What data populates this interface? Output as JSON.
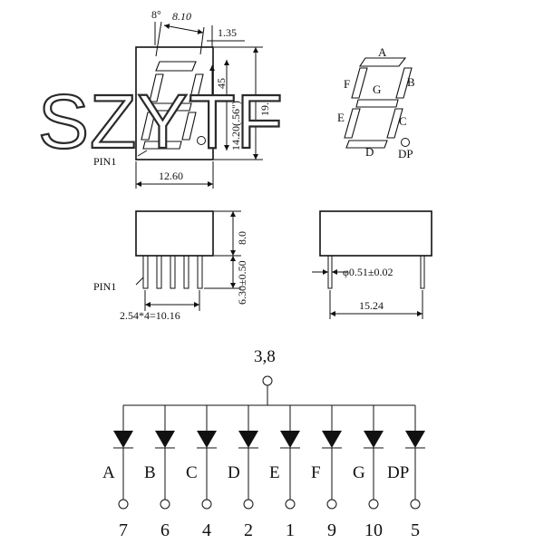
{
  "watermark": "SZYTF",
  "front_view": {
    "angle": "8°",
    "dim_top": "8.10",
    "dim_right": "1.35",
    "dim_45": "45",
    "dim_height": "14.20(.56\")",
    "dim_total": "19.0",
    "dim_width": "12.60",
    "pin1": "PIN1"
  },
  "segment_labels": {
    "a": "A",
    "b": "B",
    "c": "C",
    "d": "D",
    "e": "E",
    "f": "F",
    "g": "G",
    "dp": "DP"
  },
  "side_view": {
    "dim_body": "8.0",
    "dim_pins": "6.30±0.50",
    "pin1": "PIN1",
    "pitch": "2.54*4=10.16"
  },
  "end_view": {
    "pin_dia": "φ0.51±0.02",
    "row_spacing": "15.24"
  },
  "schematic": {
    "common": "3,8",
    "segments": [
      "A",
      "B",
      "C",
      "D",
      "E",
      "F",
      "G",
      "DP"
    ],
    "pins": [
      "7",
      "6",
      "4",
      "2",
      "1",
      "9",
      "10",
      "5"
    ]
  }
}
